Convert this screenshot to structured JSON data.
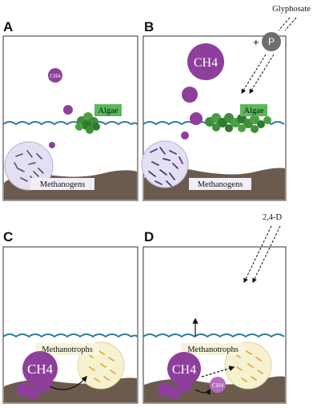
{
  "panels": {
    "a": {
      "letter": "A",
      "ch4": "CH4",
      "algae": "Algae",
      "methanogens": "Methanogens"
    },
    "b": {
      "letter": "B",
      "ch4": "CH4",
      "algae": "Algae",
      "methanogens": "Methanogens",
      "plus": "+",
      "p": "P",
      "herbicide": "Glyphosate"
    },
    "c": {
      "letter": "C",
      "ch4": "CH4",
      "methanotrophs": "Methanotrophs"
    },
    "d": {
      "letter": "D",
      "ch4_large": "CH4",
      "ch4_small": "CH4",
      "methanotrophs": "Methanotrophs",
      "herbicide": "2,4-D"
    }
  },
  "colors": {
    "methane": "#8e3f9c",
    "methane_light": "#b26cc0",
    "water": "#2b7a9c",
    "algae": "#3f8f3a",
    "algae_label_bg": "#5cb85c",
    "sediment": "#6b5a4e",
    "methanogen_bubble": "#e4e0f2",
    "methanotroph_bubble": "#f6f2cf",
    "phosphate": "#6e6e6e"
  },
  "icons": [
    "methane-bubble",
    "algae-cluster",
    "methanogen-cell",
    "methanotroph-cell",
    "phosphate-circle"
  ]
}
